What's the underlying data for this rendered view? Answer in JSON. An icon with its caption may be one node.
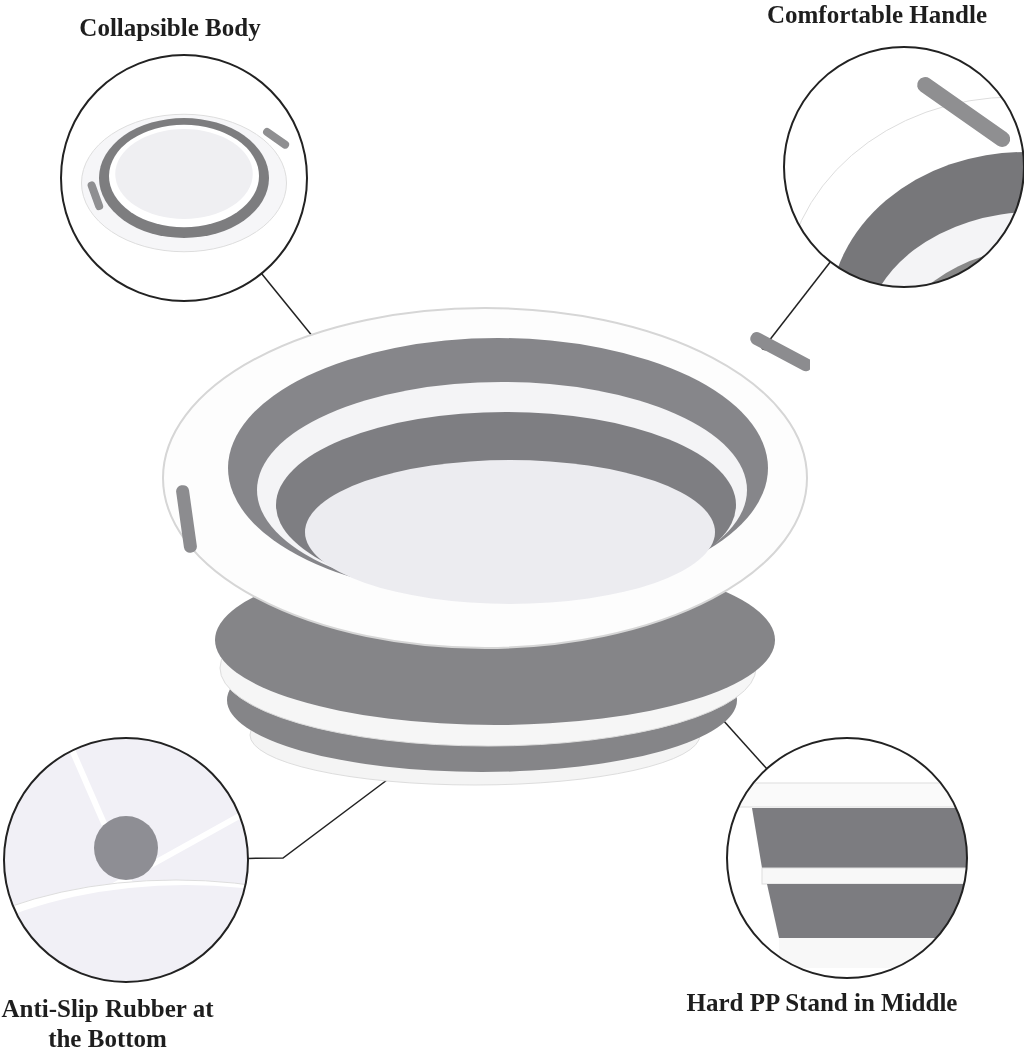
{
  "diagram": {
    "nodes": [
      {
        "text": [
          "Collapsible Body"
        ]
      },
      {
        "text": [
          "Comfortable Handle"
        ]
      },
      {
        "text": [],
        "shape": "picture"
      },
      {
        "text": [
          "Anti-Slip Rubber at the Bottom"
        ]
      },
      {
        "text": [
          "Hard PP Stand in Middle"
        ]
      }
    ],
    "edges": [
      {
        "from": 0,
        "to": 2,
        "arrow": "other"
      },
      {
        "from": 1,
        "to": 2,
        "arrow": "other"
      },
      {
        "from": 3,
        "to": 2,
        "arrow": "other"
      },
      {
        "from": 4,
        "to": 2,
        "arrow": "other"
      }
    ]
  }
}
